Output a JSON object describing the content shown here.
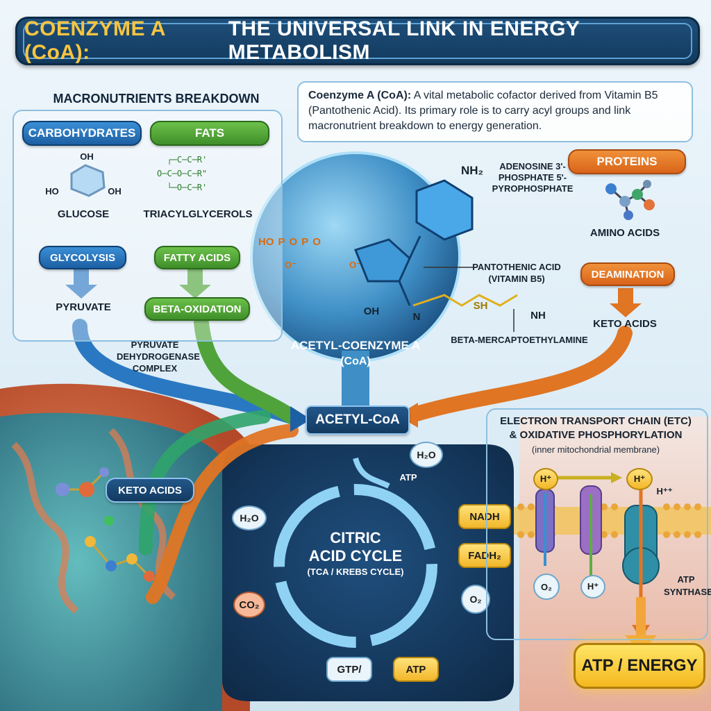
{
  "title": {
    "highlight": "COENZYME A (CoA):",
    "rest": "THE UNIVERSAL LINK IN ENERGY METABOLISM"
  },
  "callout": {
    "bold": "Coenzyme A (CoA):",
    "text": "A vital metabolic cofactor derived from Vitamin B5 (Pantothenic Acid). Its primary role is to carry acyl groups and link macronutrient breakdown to energy generation."
  },
  "macro": {
    "heading": "MACRONUTRIENTS BREAKDOWN",
    "carbs": {
      "label": "CARBOHYDRATES",
      "molecule": "GLUCOSE",
      "process": "GLYCOLYSIS",
      "product": "PYRUVATE"
    },
    "fats": {
      "label": "FATS",
      "molecule": "TRIACYLGLYCEROLS",
      "process": "FATTY ACIDS",
      "product": "BETA-OXIDATION"
    },
    "proteins": {
      "label": "PROTEINS",
      "molecule": "AMINO ACIDS",
      "process": "DEAMINATION",
      "product": "KETO ACIDS"
    },
    "pdh": "PYRUVATE DEHYDROGENASE COMPLEX",
    "keto_left": "KETO ACIDS"
  },
  "glucose_atoms": {
    "oh1": "OH",
    "oh2": "HO",
    "oh3": "OH"
  },
  "coa": {
    "globe_label": "ACETYL-COENZYME A",
    "globe_sub": "(CoA)",
    "nh2": "NH₂",
    "adenosine": "ADENOSINE 3'-PHOSPHATE 5'-PYROPHOSPHATE",
    "pantothenic": "PANTOTHENIC ACID (VITAMIN B5)",
    "mercapto": "BETA-MERCAPTOETHYLAMINE",
    "oh": "OH",
    "sh": "SH",
    "nh": "NH",
    "n": "N",
    "ho_p": "HO",
    "p": "P",
    "o": "O",
    "ominus": "O⁻"
  },
  "acetyl_coa": "ACETYL-CoA",
  "cycle": {
    "title1": "CITRIC",
    "title2": "ACID CYCLE",
    "sub": "(TCA / KREBS CYCLE)",
    "h2o_top": "H₂O",
    "atp_top": "ATP",
    "h2o_left": "H₂O",
    "co2": "CO₂",
    "nadh": "NADH",
    "fadh2": "FADH₂",
    "o2": "O₂",
    "gtp": "GTP/",
    "atp_bottom": "ATP"
  },
  "etc": {
    "title1": "ELECTRON TRANSPORT CHAIN (ETC)",
    "title2": "& OXIDATIVE PHOSPHORYLATION",
    "sub": "(inner mitochondrial membrane)",
    "h1": "H⁺",
    "h2": "H⁺",
    "h3": "H⁺⁺",
    "h4": "H⁺",
    "o2": "O₂",
    "synthase": "ATP SYNTHASE",
    "energy": "ATP / ENERGY"
  },
  "colors": {
    "carb_blue": "#2a78c2",
    "fat_green": "#4fa33a",
    "protein_orange": "#e07524",
    "cycle_dark": "#163a5c",
    "mito": "#d26a3c"
  }
}
